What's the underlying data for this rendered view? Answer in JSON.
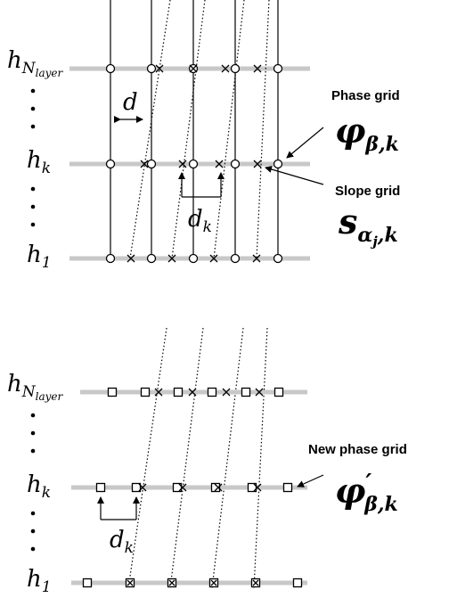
{
  "top_panel": {
    "layer_labels": {
      "top": {
        "base": "h",
        "sub": "N",
        "subsub": "layer"
      },
      "middle": {
        "base": "h",
        "sub": "k"
      },
      "bottom": {
        "base": "h",
        "sub": "1"
      }
    },
    "d_label": "d",
    "dk_label": {
      "base": "d",
      "sub": "k"
    },
    "phase_grid_label": "Phase grid",
    "phase_grid_symbol": {
      "base": "φ",
      "sub": "β,k"
    },
    "slope_grid_label": "Slope grid",
    "slope_grid_symbol": {
      "base": "s",
      "sub": "α",
      "subsub": "j",
      "tail": ",k"
    }
  },
  "bottom_panel": {
    "layer_labels": {
      "top": {
        "base": "h",
        "sub": "N",
        "subsub": "layer"
      },
      "middle": {
        "base": "h",
        "sub": "k"
      },
      "bottom": {
        "base": "h",
        "sub": "1"
      }
    },
    "dk_label": {
      "base": "d",
      "sub": "k"
    },
    "new_phase_grid_label": "New phase grid",
    "new_phase_grid_symbol": {
      "base": "φ",
      "prime": "′",
      "sub": "β,k"
    }
  },
  "colors": {
    "layer_line": "#c8c8c8",
    "ink": "#000000"
  }
}
